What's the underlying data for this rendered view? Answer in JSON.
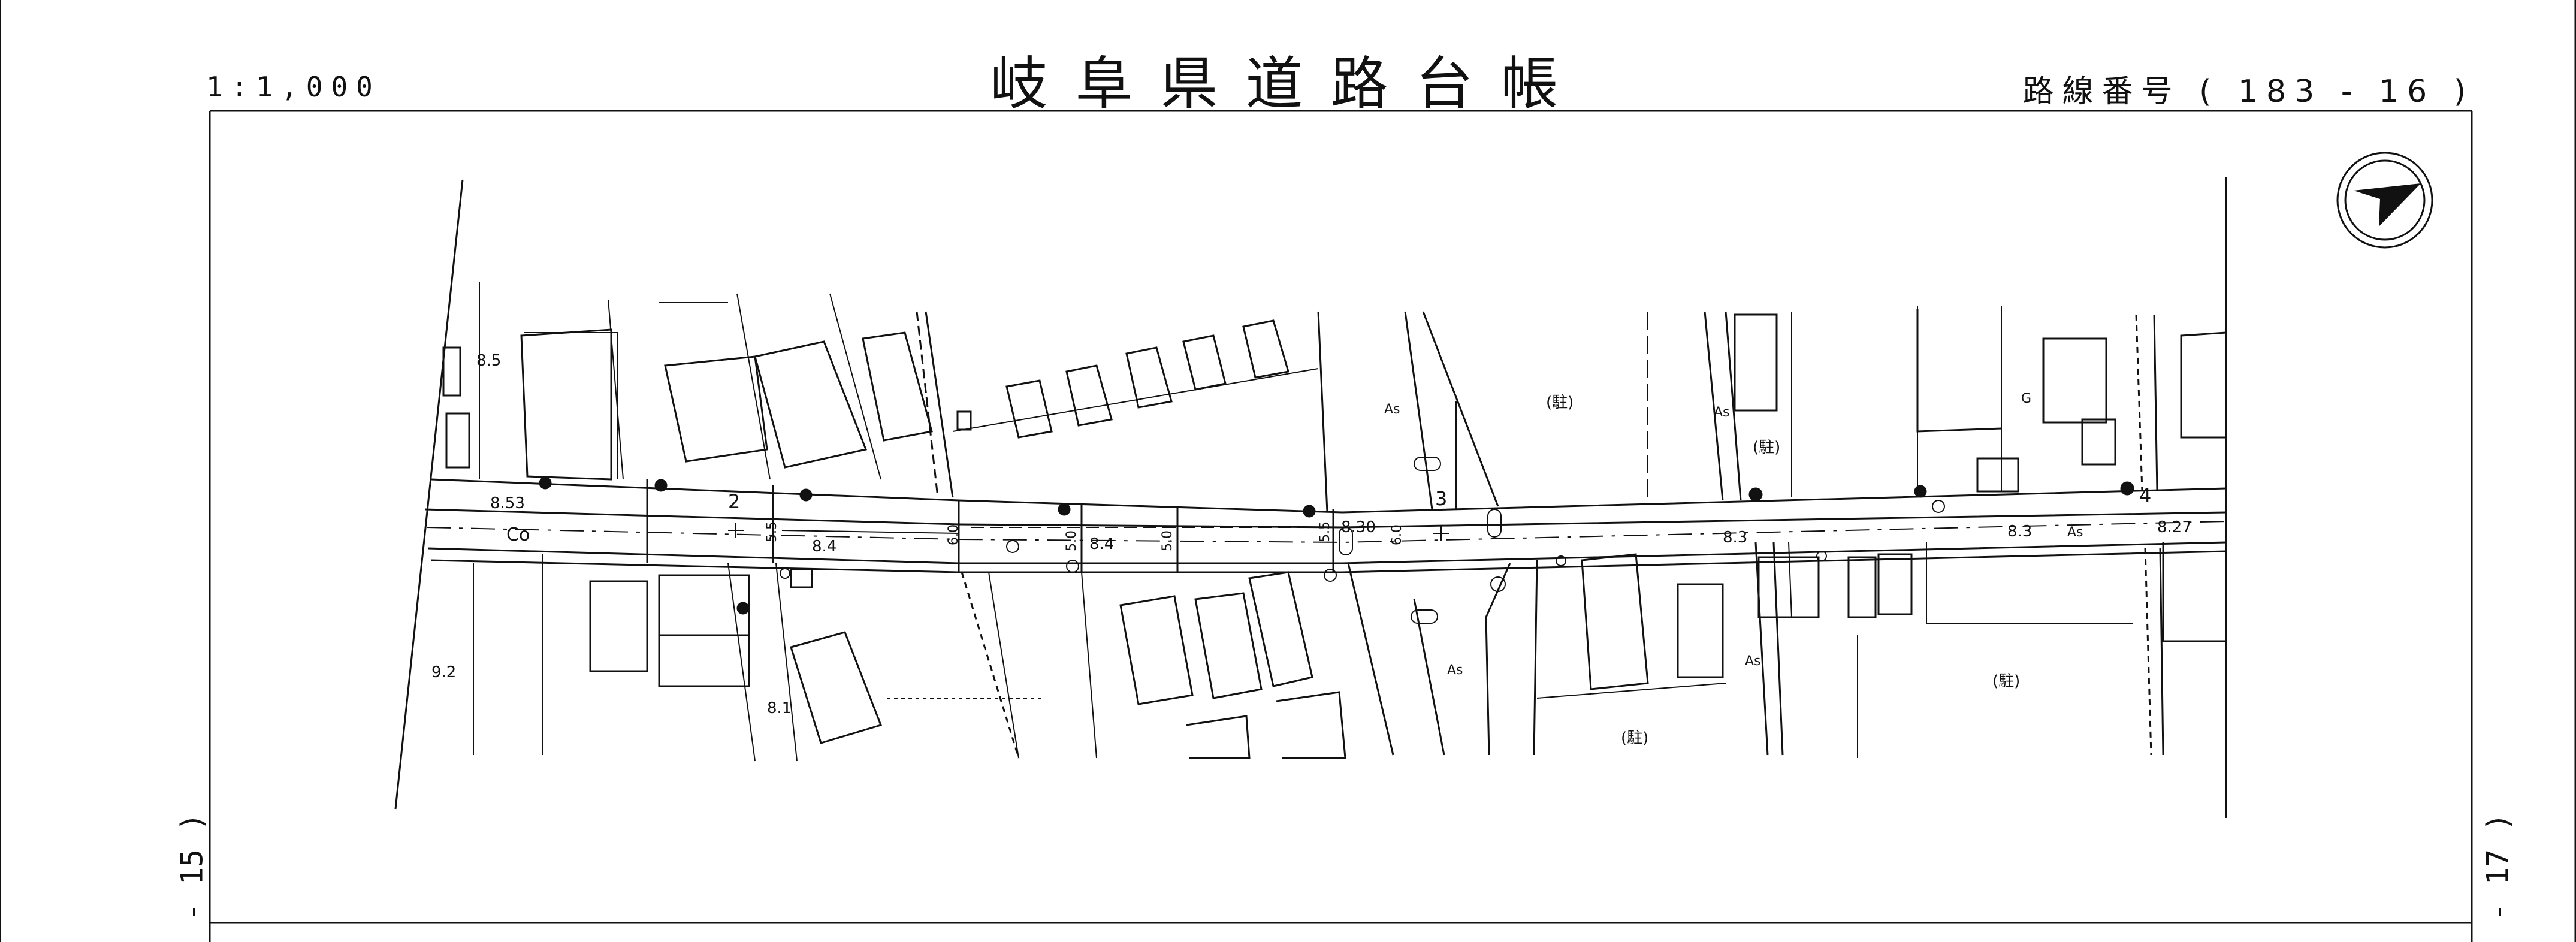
{
  "header": {
    "title": "岐阜県道路台帳",
    "scale": "1:1,000",
    "route_label": "路線番号",
    "route_number": "( 183 - 16 )"
  },
  "adjacent_sheets": {
    "left": "- 15 )",
    "right": "- 17 )"
  },
  "north_arrow": {
    "icon": "north-arrow-icon"
  },
  "map_labels": {
    "pavement_co": "Co",
    "pavement_as": "As",
    "parking": "(駐)",
    "gas": "G",
    "station_2": "2",
    "station_3": "3",
    "station_4": "4",
    "width_8_53": "8.53",
    "width_8_4": "8.4",
    "width_8_30": "8.30",
    "width_8_3": "8.3",
    "width_8_27": "8.27",
    "width_8_5": "8.5",
    "width_8_1": "8.1",
    "width_9_2": "9.2",
    "width_6_0": "6.0",
    "width_5_0": "5.0",
    "width_5_5": "5.5"
  },
  "colors": {
    "ink": "#111111",
    "paper": "#ffffff"
  }
}
